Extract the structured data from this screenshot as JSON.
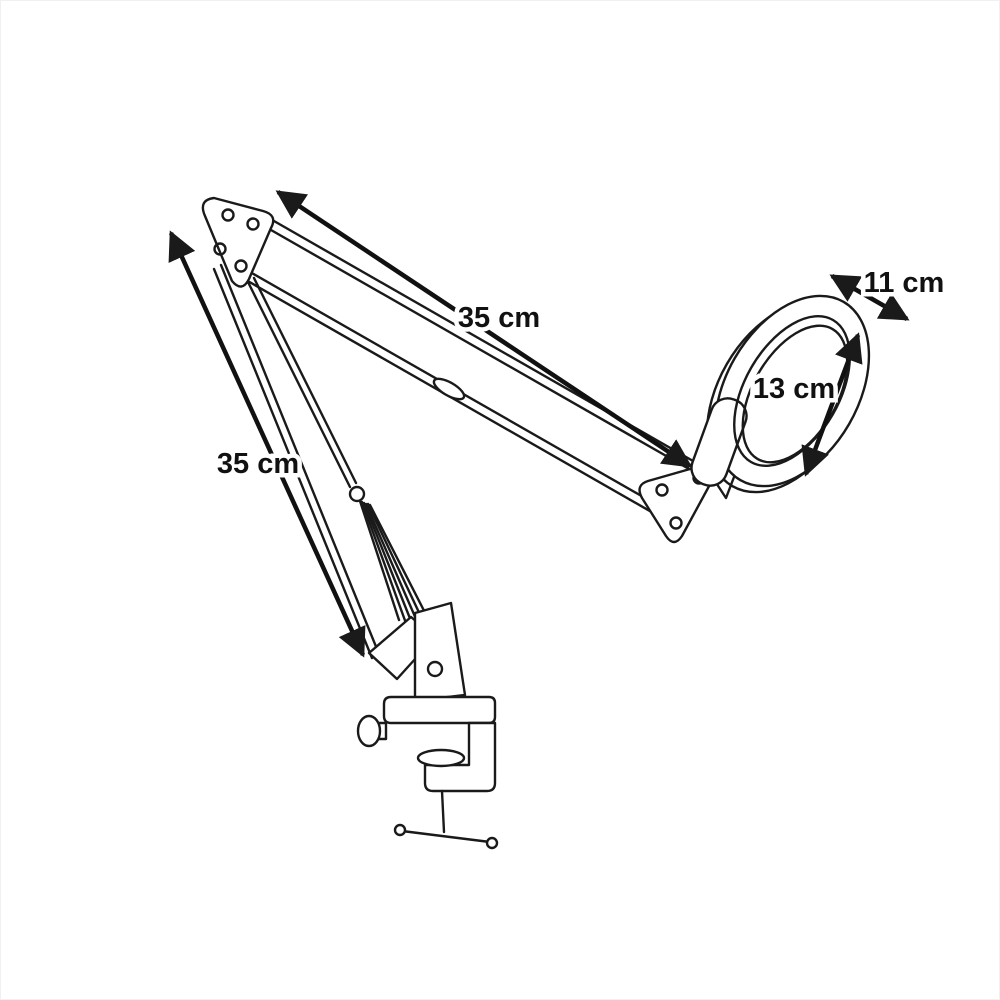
{
  "colors": {
    "background": "#ffffff",
    "line": "#1a1a1a",
    "label": "#111111"
  },
  "measurements": {
    "upper_arm_length": {
      "label": "35 cm"
    },
    "lower_arm_length": {
      "label": "35 cm"
    },
    "head_depth": {
      "label": "11 cm"
    },
    "lens_diameter": {
      "label": "13 cm"
    }
  }
}
